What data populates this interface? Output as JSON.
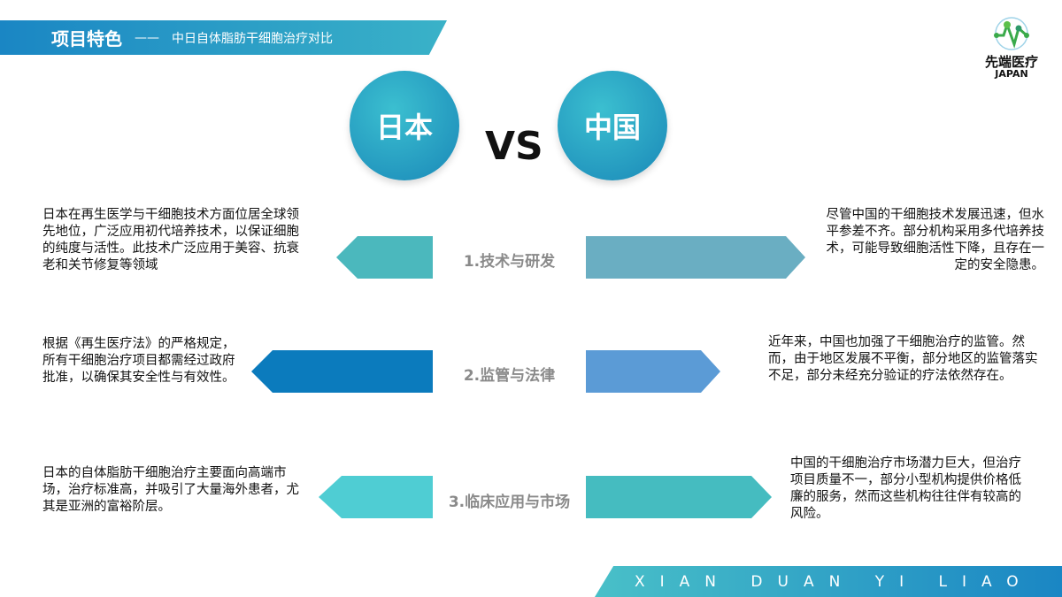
{
  "header": {
    "title": "项目特色",
    "dash": "——",
    "subtitle": "中日自体脂肪干细胞治疗对比"
  },
  "logo": {
    "name": "先端医疗",
    "en": "JAPAN"
  },
  "compare": {
    "left": "日本",
    "vs": "VS",
    "right": "中国"
  },
  "rows": [
    {
      "label": "1.技术与研发",
      "japan": "日本在再生医学与干细胞技术方面位居全球领先地位，广泛应用初代培养技术，以保证细胞的纯度与活性。此技术广泛应用于美容、抗衰老和关节修复等领域",
      "china": "尽管中国的干细胞技术发展迅速，但水平参差不齐。部分机构采用多代培养技术，可能导致细胞活性下降，且存在一定的安全隐患。",
      "left_color": "#4bb8bd",
      "right_color": "#6aaec2"
    },
    {
      "label": "2.监管与法律",
      "japan": "根据《再生医疗法》的严格规定，所有干细胞治疗项目都需经过政府批准，以确保其安全性与有效性。",
      "china": "近年来，中国也加强了干细胞治疗的监管。然而，由于地区发展不平衡，部分地区的监管落实不足，部分未经充分验证的疗法依然存在。",
      "left_color": "#0b7bbd",
      "right_color": "#5b9bd6"
    },
    {
      "label": "3.临床应用与市场",
      "japan": "日本的自体脂肪干细胞治疗主要面向高端市场，治疗标准高，并吸引了大量海外患者，尤其是亚洲的富裕阶层。",
      "china": "中国的干细胞治疗市场潜力巨大，但治疗项目质量不一，部分小型机构提供价格低廉的服务，然而这些机构往往伴有较高的风险。",
      "left_color": "#4fcdd3",
      "right_color": "#45bcc0"
    }
  ],
  "footer": {
    "text": "XIAN DUAN YI LIAO"
  }
}
